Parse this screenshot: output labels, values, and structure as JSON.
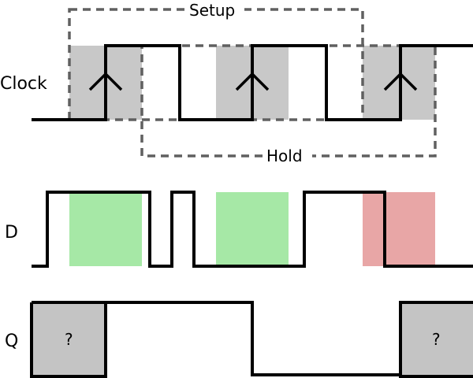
{
  "signals": {
    "clock": {
      "label": "Clock"
    },
    "d": {
      "label": "D"
    },
    "q": {
      "label": "Q"
    }
  },
  "windows": {
    "setup_label": "Setup",
    "hold_label": "Hold"
  },
  "q_unknown_label": "?",
  "colors": {
    "window_shade": "#c8c8c8",
    "stable_data": "#a6e8a6",
    "violation": "#e8a6a6",
    "unknown": "#c4c4c4",
    "dashed_outline": "#606060"
  }
}
